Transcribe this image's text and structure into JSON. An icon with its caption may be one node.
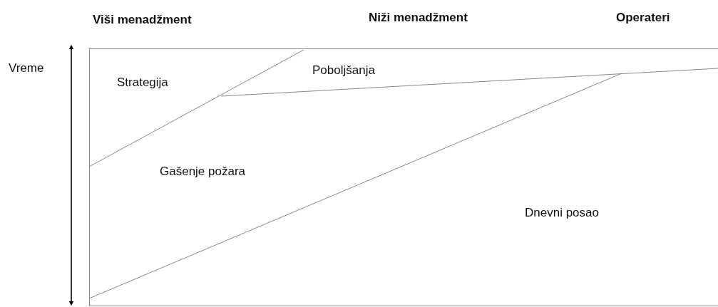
{
  "diagram": {
    "labels": [
      "Viši menadžment",
      "Niži menadžment",
      "Operateri",
      "Vreme",
      "Strategija",
      "Poboljšanja",
      "Gašenje požara",
      "Dnevni posao"
    ]
  }
}
